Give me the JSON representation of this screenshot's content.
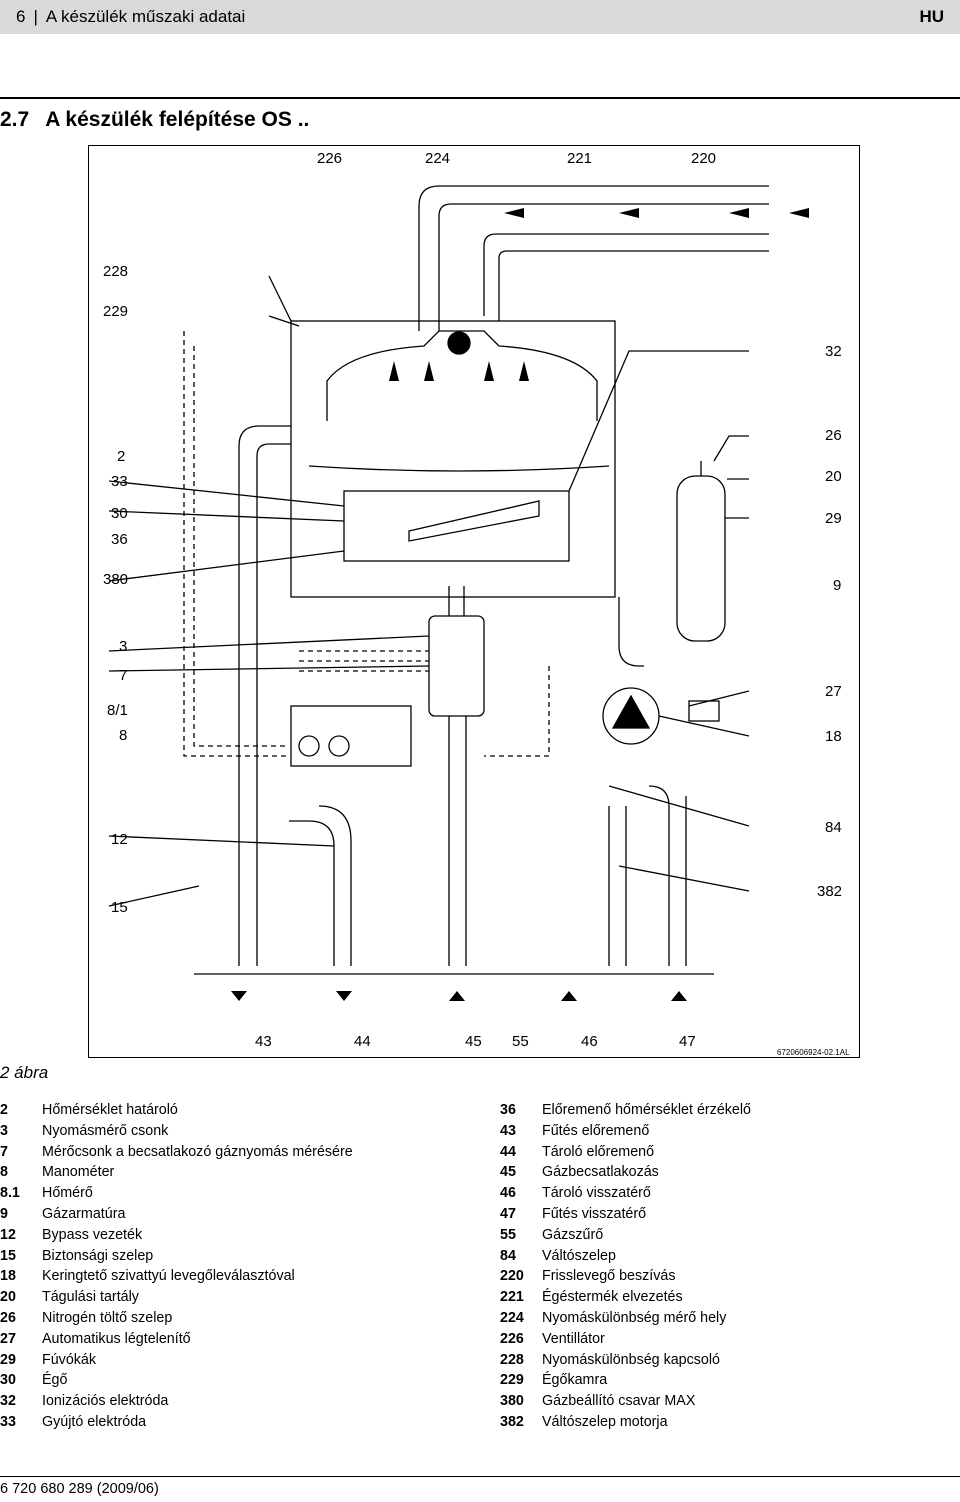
{
  "header": {
    "page_number": "6",
    "separator": "|",
    "title": "A készülék műszaki adatai",
    "lang": "HU"
  },
  "section": {
    "number": "2.7",
    "title": "A készülék felépítése OS .."
  },
  "figure": {
    "code": "6720606924-02.1AL",
    "caption": "2 ábra",
    "labels": {
      "l226": "226",
      "l224": "224",
      "l221": "221",
      "l220": "220",
      "l228": "228",
      "l229": "229",
      "l32": "32",
      "l2": "2",
      "l33": "33",
      "l30": "30",
      "l36": "36",
      "l380": "380",
      "l3": "3",
      "l7": "7",
      "l8_1": "8/1",
      "l8": "8",
      "l12": "12",
      "l15": "15",
      "l26": "26",
      "l20": "20",
      "l29": "29",
      "l9": "9",
      "l27": "27",
      "l18": "18",
      "l84": "84",
      "l382": "382",
      "b43": "43",
      "b44": "44",
      "b45": "45",
      "b55": "55",
      "b46": "46",
      "b47": "47"
    }
  },
  "legend_left": [
    {
      "num": "2",
      "text": "Hőmérséklet határoló"
    },
    {
      "num": "3",
      "text": "Nyomásmérő csonk"
    },
    {
      "num": "7",
      "text": "Mérőcsonk a becsatlakozó gáznyomás mérésére"
    },
    {
      "num": "8",
      "text": "Manométer"
    },
    {
      "num": "8.1",
      "text": "Hőmérő"
    },
    {
      "num": "9",
      "text": "Gázarmatúra"
    },
    {
      "num": "12",
      "text": "Bypass vezeték"
    },
    {
      "num": "15",
      "text": "Biztonsági szelep"
    },
    {
      "num": "18",
      "text": "Keringtető szivattyú levegőleválasztóval"
    },
    {
      "num": "20",
      "text": "Tágulási tartály"
    },
    {
      "num": "26",
      "text": "Nitrogén töltő szelep"
    },
    {
      "num": "27",
      "text": "Automatikus légtelenítő"
    },
    {
      "num": "29",
      "text": "Fúvókák"
    },
    {
      "num": "30",
      "text": "Égő"
    },
    {
      "num": "32",
      "text": "Ionizációs elektróda"
    },
    {
      "num": "33",
      "text": "Gyújtó elektróda"
    }
  ],
  "legend_right": [
    {
      "num": "36",
      "text": "Előremenő hőmérséklet érzékelő"
    },
    {
      "num": "43",
      "text": "Fűtés előremenő"
    },
    {
      "num": "44",
      "text": "Tároló előremenő"
    },
    {
      "num": "45",
      "text": "Gázbecsatlakozás"
    },
    {
      "num": "46",
      "text": "Tároló visszatérő"
    },
    {
      "num": "47",
      "text": "Fűtés visszatérő"
    },
    {
      "num": "55",
      "text": "Gázszűrő"
    },
    {
      "num": "84",
      "text": "Váltószelep"
    },
    {
      "num": "220",
      "text": "Frisslevegő beszívás"
    },
    {
      "num": "221",
      "text": "Égéstermék elvezetés"
    },
    {
      "num": "224",
      "text": "Nyomáskülönbség mérő hely"
    },
    {
      "num": "226",
      "text": "Ventillátor"
    },
    {
      "num": "228",
      "text": "Nyomáskülönbség kapcsoló"
    },
    {
      "num": "229",
      "text": "Égőkamra"
    },
    {
      "num": "380",
      "text": "Gázbeállító csavar MAX"
    },
    {
      "num": "382",
      "text": "Váltószelep motorja"
    }
  ],
  "footer": {
    "doc_number": "6 720 680 289 (2009/06)"
  }
}
